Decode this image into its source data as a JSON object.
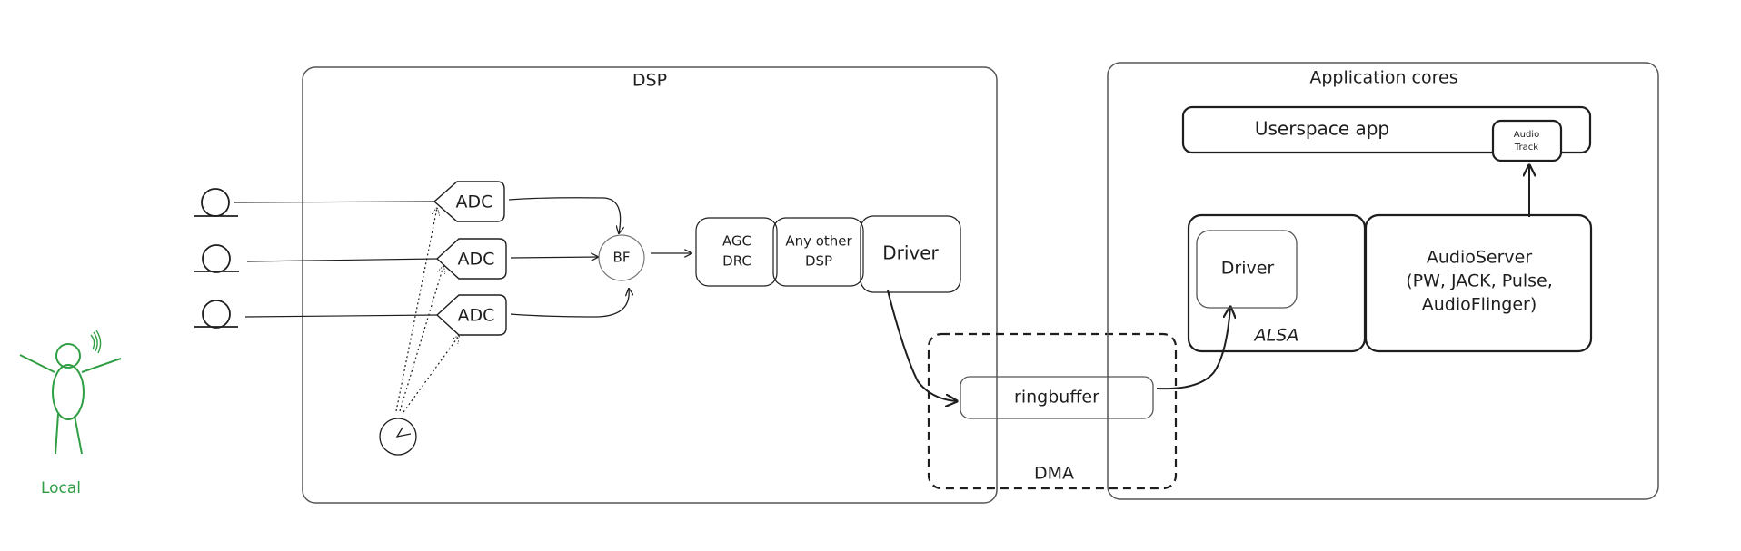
{
  "diagram": {
    "colors": {
      "ink": "#1e1e1e",
      "actor": "#2f9e44",
      "frame": "#555555"
    },
    "actor": {
      "label": "Local"
    },
    "dsp": {
      "title": "DSP",
      "adc_labels": [
        "ADC",
        "ADC",
        "ADC"
      ],
      "bf_label": "BF",
      "agc_lines": [
        "AGC",
        "DRC"
      ],
      "other_dsp_lines": [
        "Any other",
        "DSP"
      ],
      "driver_label": "Driver"
    },
    "dma": {
      "title": "DMA",
      "ringbuffer_label": "ringbuffer"
    },
    "app": {
      "title": "Application cores",
      "userspace_label": "Userspace app",
      "audio_track_lines": [
        "Audio",
        "Track"
      ],
      "alsa_label": "ALSA",
      "alsa_driver_label": "Driver",
      "audioserver_lines": [
        "AudioServer",
        "(PW, JACK, Pulse,",
        "AudioFlinger)"
      ]
    }
  }
}
